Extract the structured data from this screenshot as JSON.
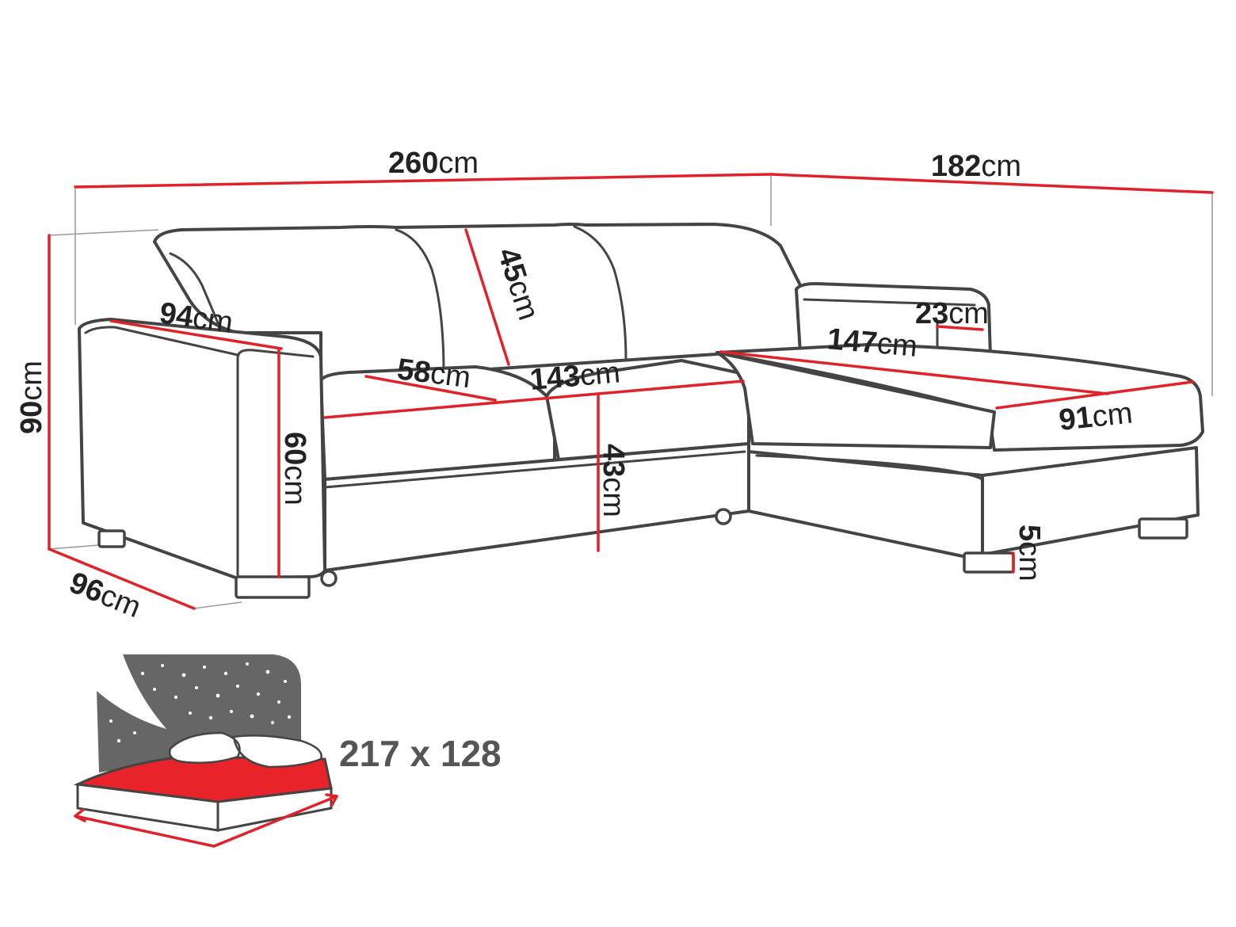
{
  "dimensions": [
    {
      "id": "total-width",
      "value": "260",
      "unit": "cm"
    },
    {
      "id": "chaise-length",
      "value": "182",
      "unit": "cm"
    },
    {
      "id": "total-height",
      "value": "90",
      "unit": "cm"
    },
    {
      "id": "backrest-height",
      "value": "45",
      "unit": "cm"
    },
    {
      "id": "armrest-depth",
      "value": "94",
      "unit": "cm"
    },
    {
      "id": "backrest-top-width",
      "value": "23",
      "unit": "cm"
    },
    {
      "id": "chaise-seat-length",
      "value": "147",
      "unit": "cm"
    },
    {
      "id": "seat-depth",
      "value": "58",
      "unit": "cm"
    },
    {
      "id": "seat-width",
      "value": "143",
      "unit": "cm"
    },
    {
      "id": "chaise-width",
      "value": "91",
      "unit": "cm"
    },
    {
      "id": "armrest-height",
      "value": "60",
      "unit": "cm"
    },
    {
      "id": "seat-height",
      "value": "43",
      "unit": "cm"
    },
    {
      "id": "leg-height",
      "value": "5",
      "unit": "cm"
    },
    {
      "id": "total-depth",
      "value": "96",
      "unit": "cm"
    }
  ],
  "sleeping_area": {
    "label": "217 x 128"
  },
  "colors": {
    "measure_line": "#e0222a",
    "outline": "#444444",
    "mattress": "#e8232a",
    "night_sky": "#666666",
    "text": "#222222"
  },
  "icons": [
    "sofa-bed-icon",
    "starry-night-icon",
    "pillow-icon"
  ]
}
